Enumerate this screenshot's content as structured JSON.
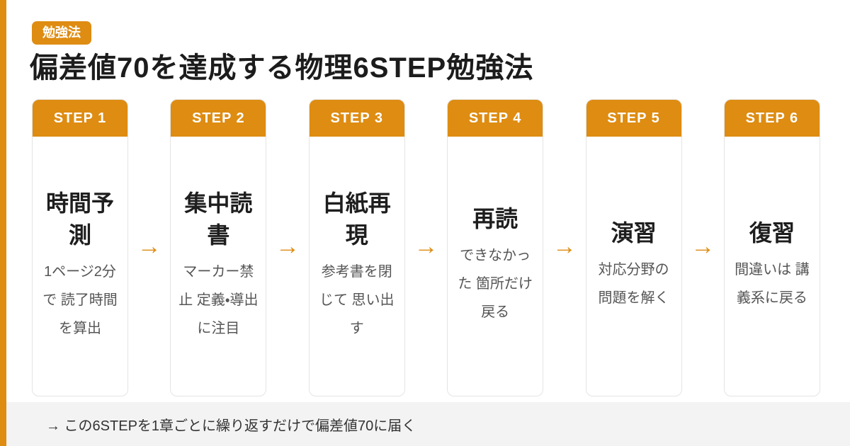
{
  "colors": {
    "accent": "#DE8C12",
    "page_bg": "#FFFFFF",
    "card_border": "#E4E4E4",
    "title_color": "#1C1C1C",
    "card_title_color": "#1E1E1E",
    "desc_color": "#555555",
    "footer_bg": "#F3F3F3",
    "footer_color": "#333333",
    "step_label_color": "#FFFFFF"
  },
  "header": {
    "badge": "勉強法",
    "title": "偏差値70を達成する物理6STEP勉強法"
  },
  "arrow_icon": "→",
  "steps": [
    {
      "label": "STEP 1",
      "title": "時間予測",
      "desc": "1ページ2分で 読了時間を算出"
    },
    {
      "label": "STEP 2",
      "title": "集中読書",
      "desc": "マーカー禁止 定義・導出に注目"
    },
    {
      "label": "STEP 3",
      "title": "白紙再現",
      "desc": "参考書を閉じて 思い出す"
    },
    {
      "label": "STEP 4",
      "title": "再読",
      "desc": "できなかった 箇所だけ戻る"
    },
    {
      "label": "STEP 5",
      "title": "演習",
      "desc": "対応分野の問題を解く"
    },
    {
      "label": "STEP 6",
      "title": "復習",
      "desc": "間違いは 講義系に戻る"
    }
  ],
  "footer": {
    "note": "→ この6STEPを1章ごとに繰り返すだけで偏差値70に届く"
  }
}
